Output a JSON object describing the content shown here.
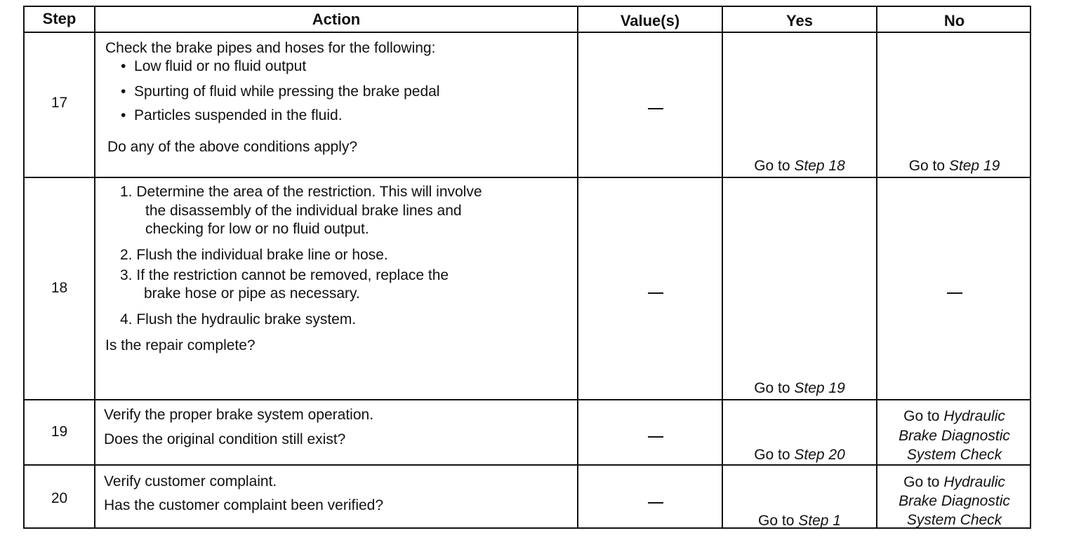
{
  "header": {
    "step": "Step",
    "action": "Action",
    "values": "Value(s)",
    "yes": "Yes",
    "no": "No"
  },
  "rows": [
    {
      "step": "17",
      "intro": "Check the brake pipes and hoses for the following:",
      "bullets": [
        "Low fluid or no fluid output",
        "Spurting of fluid while pressing the brake pedal",
        "Particles suspended in the fluid."
      ],
      "question": "Do any of the above conditions apply?",
      "value": "—",
      "yes": {
        "prefix": "Go to ",
        "link": "Step 18"
      },
      "no": {
        "prefix": "Go to ",
        "link": "Step 19"
      }
    },
    {
      "step": "18",
      "items": [
        {
          "num": "1.",
          "lines": [
            "Determine the area of the restriction. This will involve",
            "the disassembly of the individual brake lines and",
            "checking for low or no fluid output."
          ]
        },
        {
          "num": "2.",
          "lines": [
            "Flush the individual brake line or hose."
          ]
        },
        {
          "num": "3.",
          "lines": [
            "If the restriction cannot be removed, replace the",
            "brake hose or pipe as necessary."
          ]
        },
        {
          "num": "4.",
          "lines": [
            "Flush the hydraulic brake system."
          ]
        }
      ],
      "question": "Is the repair complete?",
      "value": "—",
      "yes": {
        "prefix": "Go to ",
        "link": "Step 19"
      },
      "no": "—"
    },
    {
      "step": "19",
      "line1": "Verify the proper brake system operation.",
      "question": "Does the original condition still exist?",
      "value": "—",
      "yes": {
        "prefix": "Go to ",
        "link": "Step 20"
      },
      "no": {
        "prefix": "Go to ",
        "lines": [
          "Hydraulic",
          "Brake Diagnostic",
          "System Check"
        ]
      }
    },
    {
      "step": "20",
      "line1": "Verify customer complaint.",
      "question": "Has the customer complaint been verified?",
      "value": "—",
      "yes": {
        "prefix": "Go to ",
        "link": "Step 1"
      },
      "no": {
        "prefix": "Go to ",
        "lines": [
          "Hydraulic",
          "Brake Diagnostic",
          "System Check"
        ]
      }
    }
  ]
}
